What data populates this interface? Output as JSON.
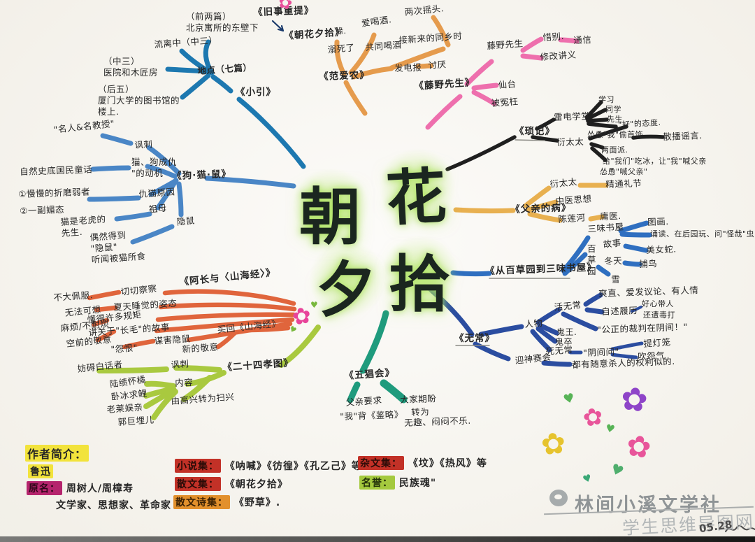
{
  "title": {
    "c1": "朝",
    "c2": "花",
    "c3": "夕",
    "c4": "拾"
  },
  "intro": {
    "old_title": "《旧事重提》",
    "new_title": "《朝花夕拾》",
    "node": "《小引》",
    "hub": "地点（七篇）",
    "first_two": "（前两篇）\n北京寓所的东壁下",
    "liuli": "流离中（中三）",
    "hospital": "（中三）\n医院和木匠房",
    "xiamen": "（后五）\n厦门大学的图书馆的\n楼上."
  },
  "fan": {
    "node": "《范爱农》",
    "ending_mark": "缘.",
    "drowned": "溺死了",
    "drink1": "爱喝酒.",
    "drink2": "共同喝酒",
    "shake": "两次摇头.",
    "meet": "接新来的同乡时",
    "telegram": "发电报",
    "annoy": "讨厌"
  },
  "teng": {
    "node": "《藤野先生》",
    "teacher": "藤野先生",
    "farewell": "惜别.",
    "letters": "通信",
    "revise": "修改讲义",
    "sendai": "仙台",
    "wronged": "被冤枉"
  },
  "suo": {
    "node": "《琐记》",
    "school": "雷电学堂",
    "s1": "学习",
    "s2": "同学",
    "s3": "先生",
    "attitude": "\"好\"的态度.",
    "steal": "怂恿\"我\"偷首饰",
    "rumor": "散播谣言.",
    "two_faced": "两面派.",
    "ice": "给\"我们\"吃冰，让\"我\"喊父亲",
    "shout": "怂恿\"喊父亲\""
  },
  "fuqin": {
    "node": "《父亲的病》",
    "yan": "衍太太",
    "etiquette": "精通礼节",
    "tcm": "中医思想",
    "chen": "陈莲河",
    "quack": "庸医."
  },
  "baicao": {
    "node": "《从百草园到三味书屋》",
    "school": "三味书屋",
    "drawing": "图画.",
    "reading": "诵读、在后园玩、问\"怪哉\"虫",
    "garden": "百\n草\n园",
    "story": "故事",
    "snake": "美女蛇.",
    "winter": "冬天",
    "birds": "捕鸟",
    "snow": "雪"
  },
  "wuchang": {
    "node": "《无常》",
    "figures": "人物",
    "huo": "活无常",
    "traits": "爽直、爱发议论、有人情",
    "resume": "自述履历",
    "help": "好心带人",
    "beaten": "还遭毒打",
    "quote": "\"公正的裁判在阴间！\"",
    "ghost_king": "鬼王.",
    "ghost_soldier": "鬼卒",
    "si": "死无常",
    "yinjian": "\"阴间问\"",
    "lantern": "提灯笼",
    "sigh": "吹怨气",
    "parade": "迎神赛会",
    "kill_quote": "都有随意杀人的权利似的."
  },
  "wuchanghui": {
    "node": "《五猖会》",
    "father": "父亲要求",
    "recite": "\"我\"背《鉴略》",
    "expect": "大家期盼",
    "turn": "转为",
    "bored": "无趣、闷闷不乐."
  },
  "ershisi": {
    "node": "《二十四孝图》",
    "satire": "讽刺",
    "baihua": "妨碍白话者",
    "content": "内容",
    "item1": "陆绩怀橘",
    "item2": "卧冰求鲤",
    "item3": "老莱娱亲",
    "item4": "郭巨埋儿",
    "mood": "由高兴转为扫兴"
  },
  "achang": {
    "node": "《阿长与〈山海经〉》",
    "p1_l": "不大佩服.",
    "p1_r": "切切察察",
    "p2_l": "无法可想",
    "p2_r": "夏天睡觉的姿态",
    "p3_l": "麻烦/不耐烦",
    "p3_r": "懂得许多规矩",
    "p4_l": "空前的敬意",
    "p4_r": "讲关于\"长毛\"的故事",
    "p5_l": "\"怨恨\"",
    "p5_r": "谋害隐鼠",
    "p6_l": "新的敬意",
    "p6_r": "买回《山海经》"
  },
  "gou": {
    "node": "《狗·猫·鼠》",
    "satire": "讽刺",
    "celebs": "\"名人&名教授\"",
    "motive": "猫、狗成仇\n\"的动机",
    "tale": "自然史底国民童话",
    "reason": "仇猫原因",
    "r1": "①慢慢的折磨弱者",
    "r2": "②一副媚态",
    "grandma": "祖母",
    "tiger": "猫是老虎的\n先生.",
    "mouse": "隐鼠",
    "got": "偶然得到\n\"隐鼠\"\n听闻被猫所食"
  },
  "legend": {
    "author_intro": "作者简介：",
    "luxun": "鲁迅",
    "yuanming_label": "原名：",
    "yuanming_value": "周树人/周樟寿",
    "titles": "文学家、思想家、革命家",
    "xiaoshuoji_label": "小说集：",
    "xiaoshuoji_value": "《呐喊》《彷徨》《孔乙己》等.",
    "sanwenji_label": "散文集：",
    "sanwenji_value": "《朝花夕拾》",
    "sanwenshiji_label": "散文诗集：",
    "sanwenshiji_value": "《野草》.",
    "zawenji_label": "杂文集：",
    "zawenji_value": "《坟》《热风》等",
    "mingyu_label": "名誉：",
    "mingyu_value": "民族魂\""
  },
  "watermark": {
    "club": "林间小溪文学社",
    "site": "学生思维导图网",
    "date": "05.28"
  },
  "decor": {
    "flower_glyph": "✿",
    "heart_glyph": "♥"
  },
  "colors": {
    "intro_branch": "#1d78b0",
    "gou_branch": "#4a86c6",
    "achang_branch": "#e0653c",
    "ershisi_branch": "#a9c93f",
    "wuchanghui_branch": "#1f9b7d",
    "wuchang_branch": "#2b4da0",
    "baicao_branch": "#2f6fc0",
    "fuqin_branch": "#e8b050",
    "suo_branch": "#1f1f1f",
    "teng_branch": "#ee6fad",
    "fan_branch": "#e59b4d",
    "highlight_yellow": "#f2e33c",
    "highlight_red": "#c23127",
    "highlight_magenta": "#b5246d",
    "highlight_orange": "#e2902c",
    "highlight_green": "#a4c93e"
  }
}
